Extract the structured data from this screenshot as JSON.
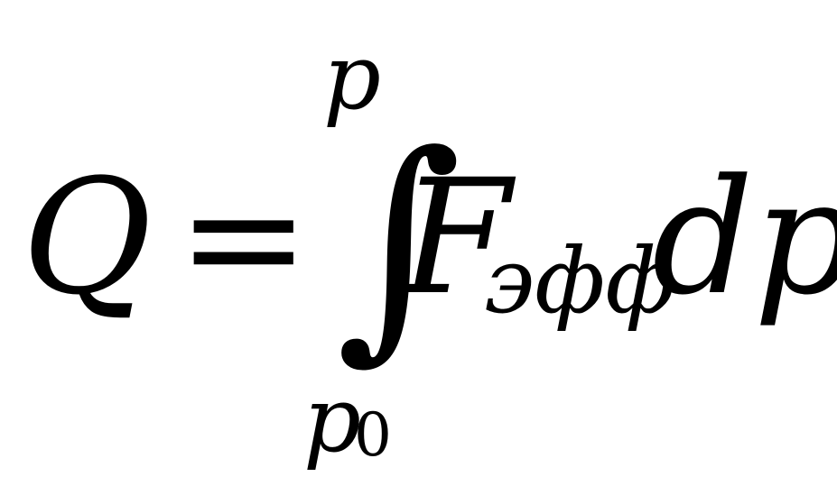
{
  "formula": {
    "lhs": "Q",
    "equals": "=",
    "integral": "∫",
    "upper_limit": "p",
    "lower_limit": "p",
    "lower_limit_subscript": "0",
    "integrand": "F",
    "integrand_subscript": "эфф",
    "differential": "dp"
  }
}
